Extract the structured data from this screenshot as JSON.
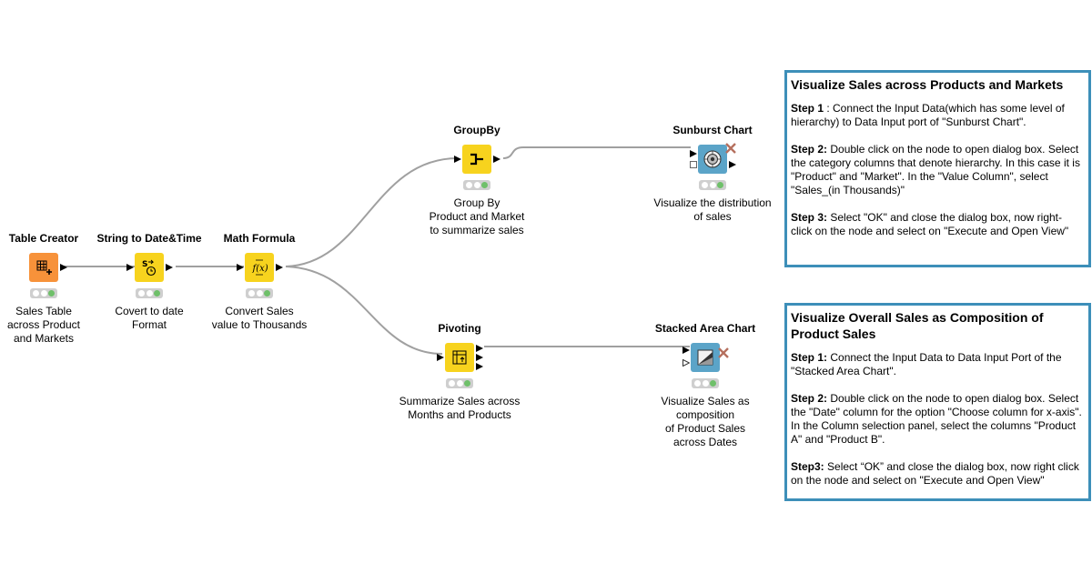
{
  "nodes": {
    "table_creator": {
      "title": "Table Creator",
      "description": "Sales Table\nacross Product\nand Markets",
      "icon": "table-icon",
      "color": "#f7923a"
    },
    "string_to_date": {
      "title": "String to Date&Time",
      "description": "Covert to date\nFormat",
      "icon": "string-to-date-icon",
      "color": "#f7d31e"
    },
    "math_formula": {
      "title": "Math Formula",
      "description": "Convert  Sales\nvalue to Thousands",
      "icon": "formula-icon",
      "color": "#f7d31e"
    },
    "groupby": {
      "title": "GroupBy",
      "description": "Group By\nProduct and Market\nto summarize sales",
      "icon": "groupby-icon",
      "color": "#f7d31e"
    },
    "pivoting": {
      "title": "Pivoting",
      "description": "Summarize Sales across\nMonths and Products",
      "icon": "pivot-icon",
      "color": "#f7d31e"
    },
    "sunburst": {
      "title": "Sunburst Chart",
      "description": "Visualize the distribution\nof sales",
      "icon": "sunburst-icon",
      "color": "#5ba4c8"
    },
    "stacked_area": {
      "title": "Stacked Area Chart",
      "description": "Visualize Sales as\ncomposition\nof Product Sales\nacross Dates",
      "icon": "area-chart-icon",
      "color": "#5ba4c8"
    }
  },
  "annotations": {
    "sunburst_note": {
      "title": "Visualize Sales across Products and Markets",
      "steps": [
        {
          "label": "Step 1",
          "text": " : Connect the Input Data(which has some level of hierarchy) to Data Input port of \"Sunburst Chart\"."
        },
        {
          "label": "Step 2:",
          "text": " Double click on the node to open dialog box. Select the category columns that denote hierarchy. In this case it is \"Product\" and \"Market\". In the \"Value Column\", select \"Sales_(in Thousands)\""
        },
        {
          "label": "Step 3:",
          "text": " Select \"OK\" and close the dialog box, now right-click on the node and select on   \"Execute and Open View\""
        }
      ]
    },
    "stacked_note": {
      "title": "Visualize Overall Sales as Composition of Product Sales",
      "steps": [
        {
          "label": "Step 1:",
          "text": " Connect the Input Data to Data Input Port of the \"Stacked Area Chart\"."
        },
        {
          "label": "Step 2:",
          "text": " Double click on the node to open dialog box. Select the \"Date\" column for the option \"Choose column for x-axis\". In the Column selection panel, select the columns \"Product A\" and \"Product B\"."
        },
        {
          "label": "Step3:",
          "text": " Select “OK” and close the dialog box, now right click on the node and select on   \"Execute and Open View\""
        }
      ]
    }
  },
  "colors": {
    "connection": "#a0a0a0",
    "note_border": "#3d8fb9",
    "status_ok": "#6fc06a"
  }
}
